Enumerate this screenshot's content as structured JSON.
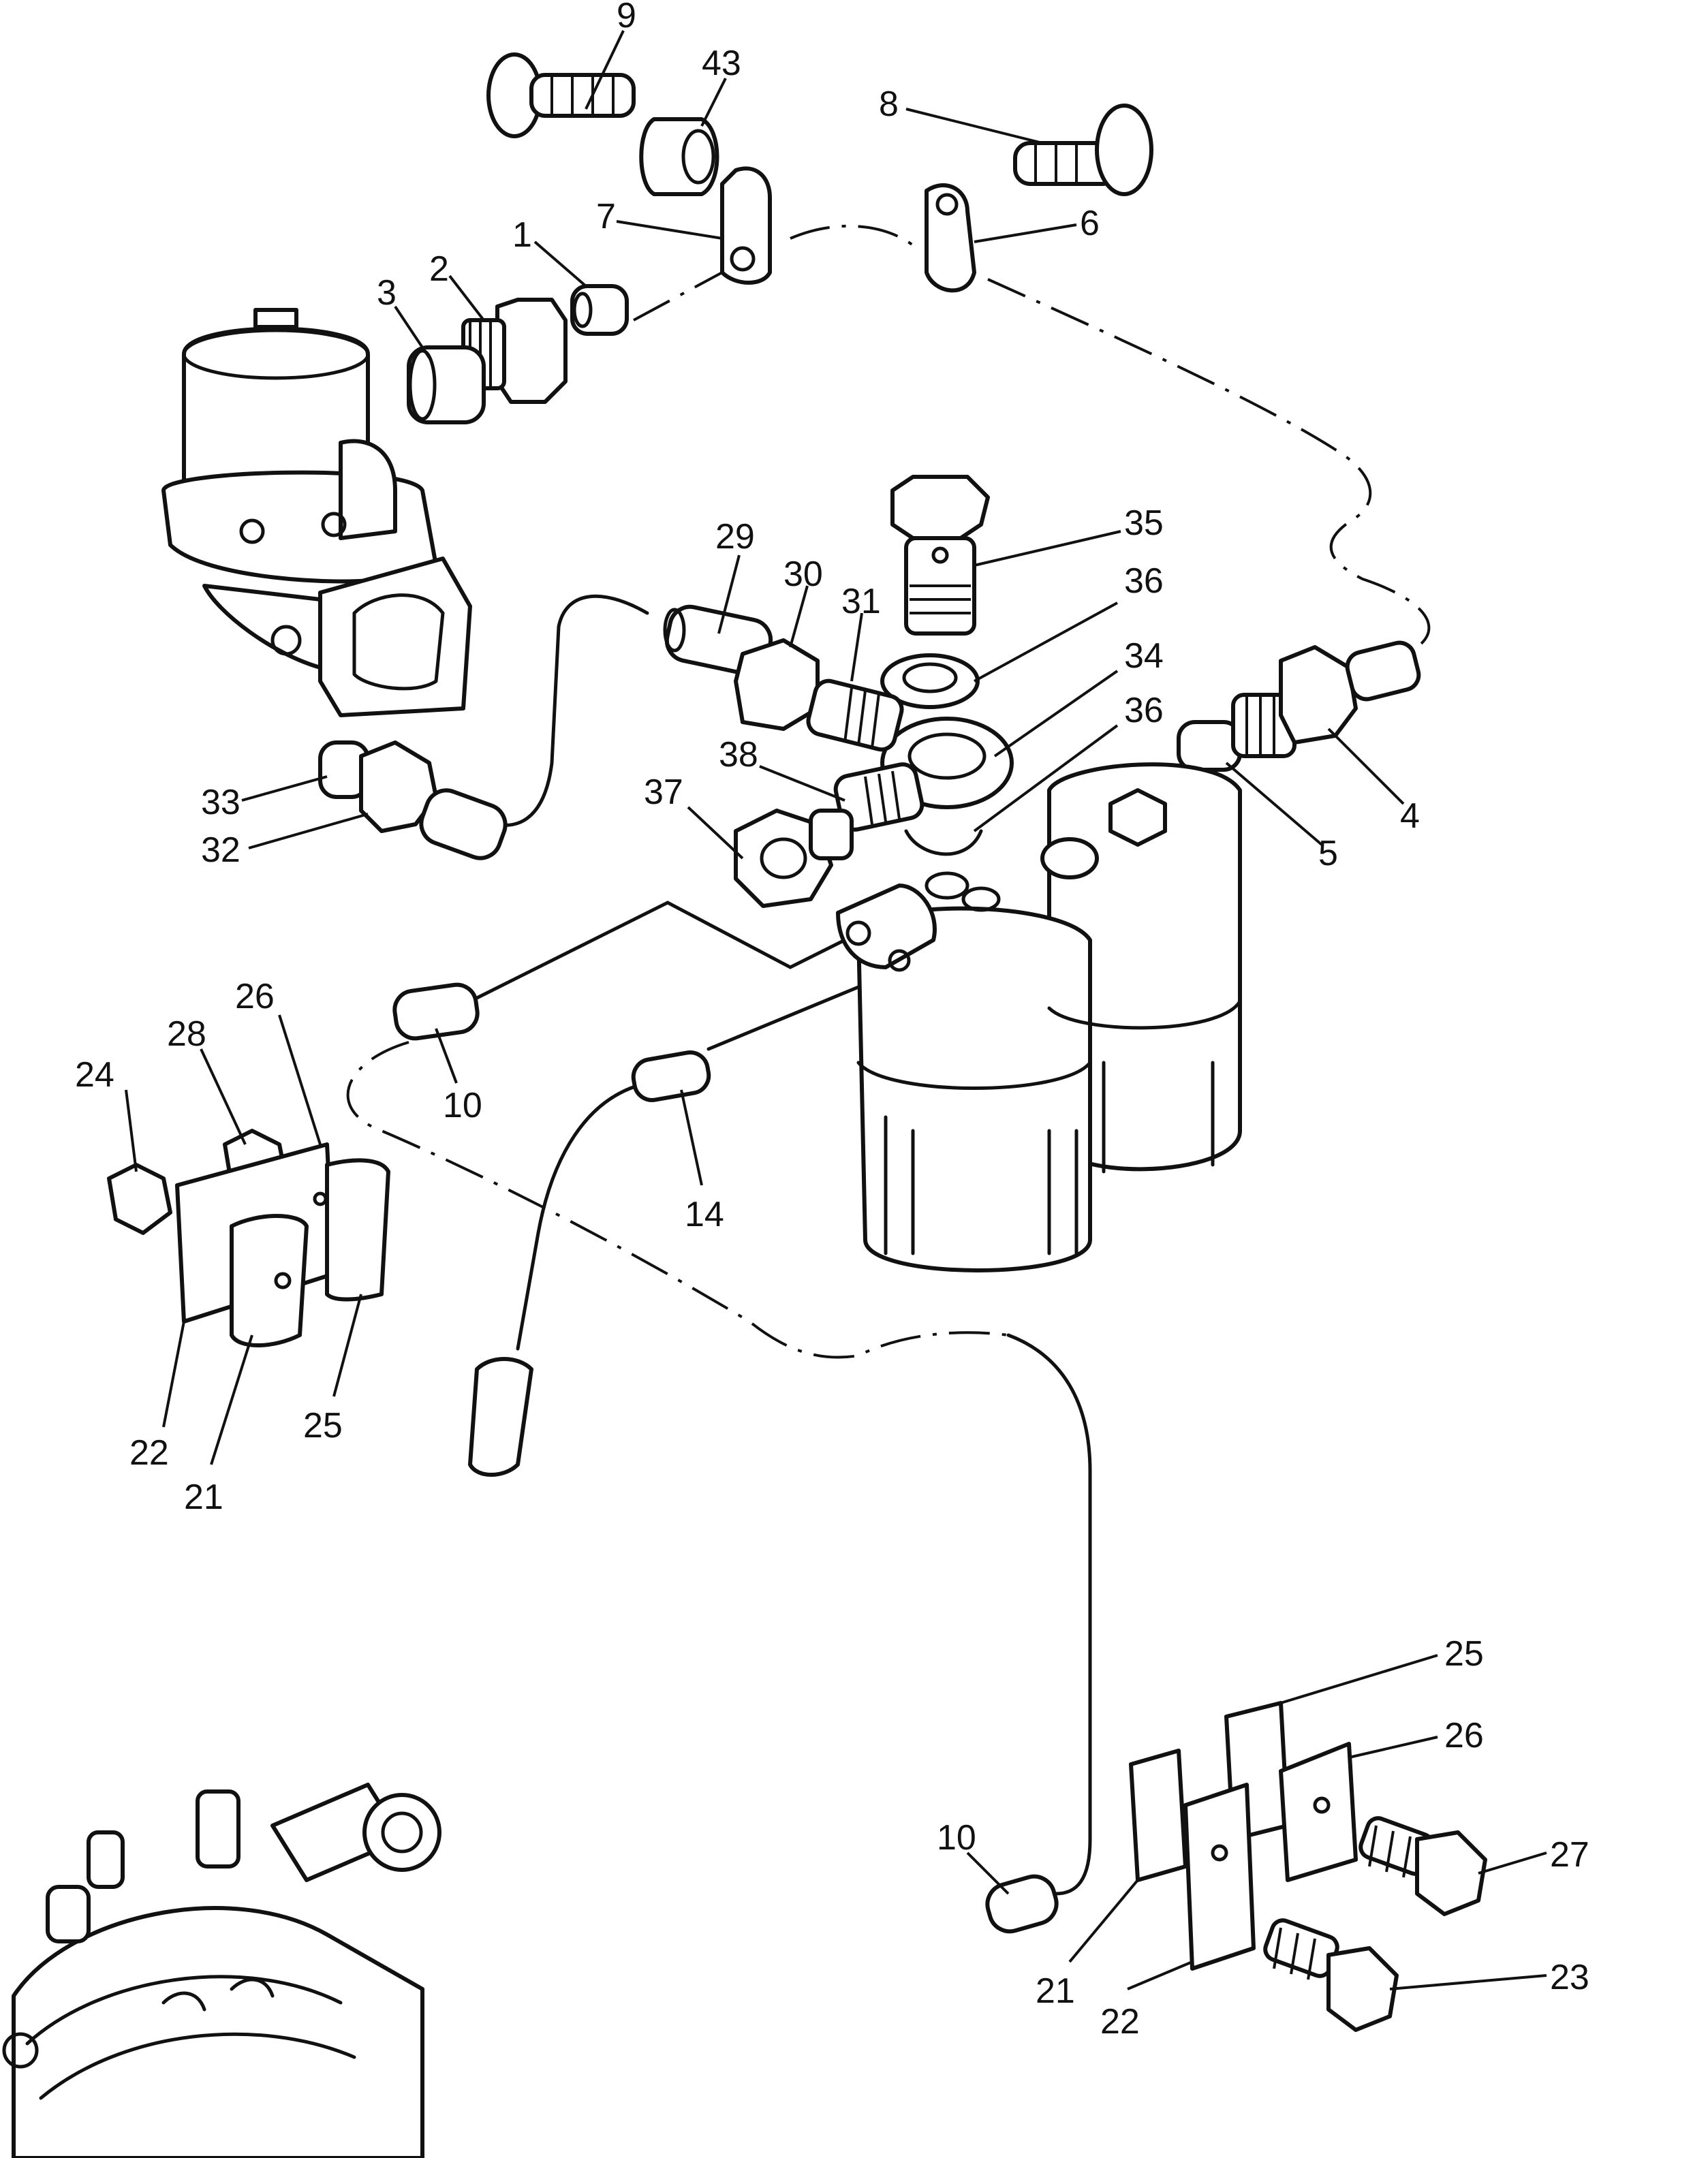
{
  "callouts": [
    {
      "id": "c9",
      "text": "9"
    },
    {
      "id": "c43",
      "text": "43"
    },
    {
      "id": "c8",
      "text": "8"
    },
    {
      "id": "c7",
      "text": "7"
    },
    {
      "id": "c6",
      "text": "6"
    },
    {
      "id": "c1",
      "text": "1"
    },
    {
      "id": "c2",
      "text": "2"
    },
    {
      "id": "c3",
      "text": "3"
    },
    {
      "id": "c35",
      "text": "35"
    },
    {
      "id": "c29",
      "text": "29"
    },
    {
      "id": "c30",
      "text": "30"
    },
    {
      "id": "c31",
      "text": "31"
    },
    {
      "id": "c36a",
      "text": "36"
    },
    {
      "id": "c34",
      "text": "34"
    },
    {
      "id": "c36b",
      "text": "36"
    },
    {
      "id": "c38",
      "text": "38"
    },
    {
      "id": "c37",
      "text": "37"
    },
    {
      "id": "c33",
      "text": "33"
    },
    {
      "id": "c32",
      "text": "32"
    },
    {
      "id": "c4",
      "text": "4"
    },
    {
      "id": "c5",
      "text": "5"
    },
    {
      "id": "c26a",
      "text": "26"
    },
    {
      "id": "c28",
      "text": "28"
    },
    {
      "id": "c24",
      "text": "24"
    },
    {
      "id": "c10a",
      "text": "10"
    },
    {
      "id": "c14",
      "text": "14"
    },
    {
      "id": "c22a",
      "text": "22"
    },
    {
      "id": "c21a",
      "text": "21"
    },
    {
      "id": "c25a",
      "text": "25"
    },
    {
      "id": "c25b",
      "text": "25"
    },
    {
      "id": "c26b",
      "text": "26"
    },
    {
      "id": "c27",
      "text": "27"
    },
    {
      "id": "c10b",
      "text": "10"
    },
    {
      "id": "c23",
      "text": "23"
    },
    {
      "id": "c21b",
      "text": "21"
    },
    {
      "id": "c22b",
      "text": "22"
    }
  ]
}
